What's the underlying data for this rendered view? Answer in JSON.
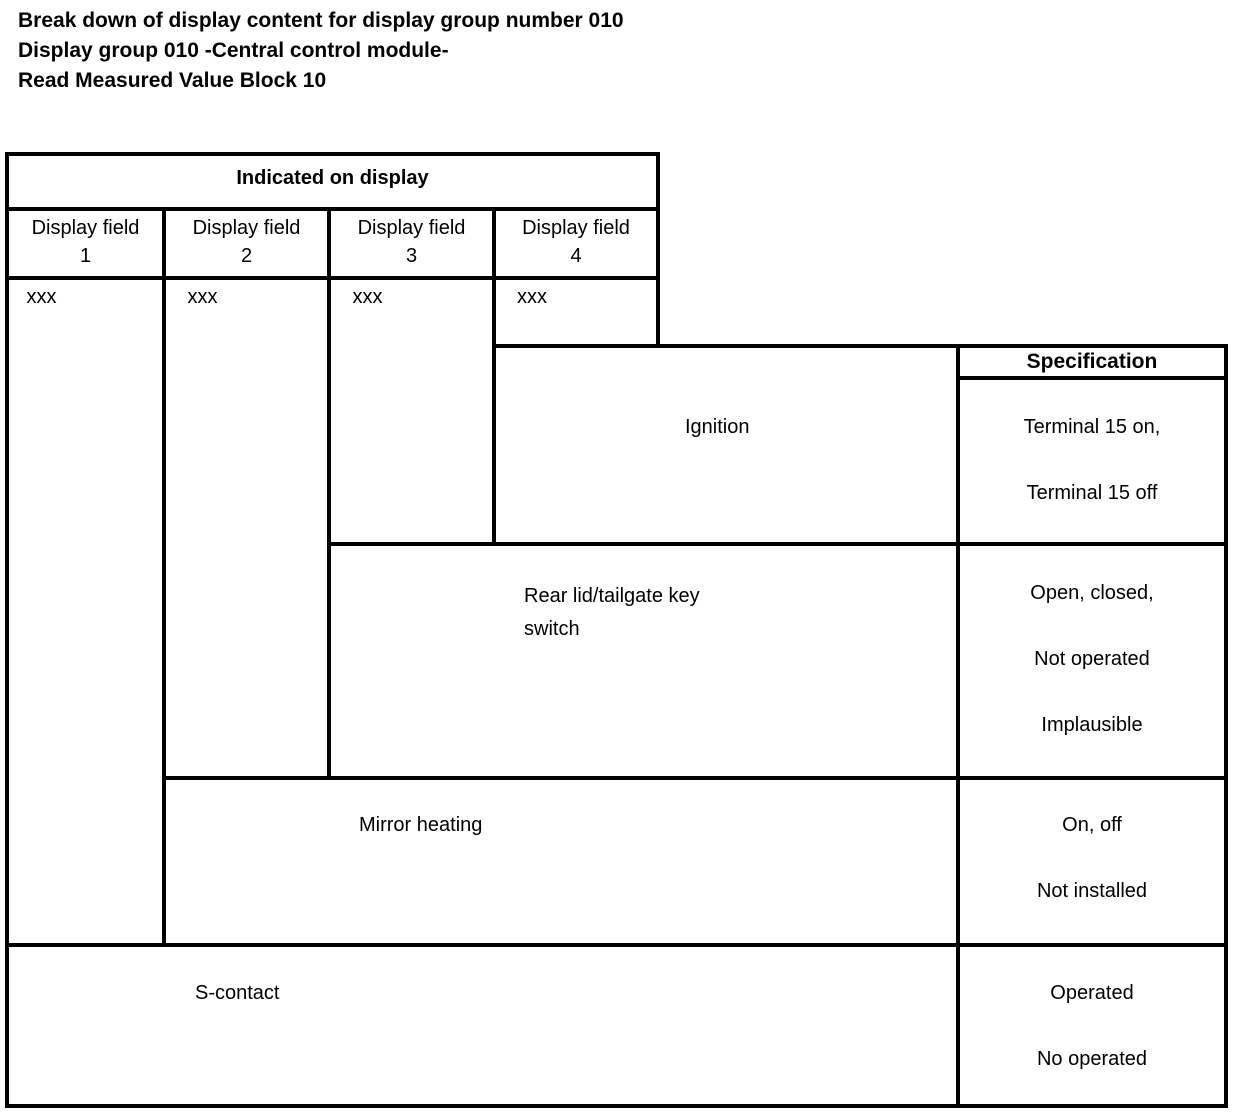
{
  "heading": {
    "line1": "Break down of display content for display group number 010",
    "line2": "Display group 010 -Central control module-",
    "line3": "Read Measured Value Block 10"
  },
  "table": {
    "display_header": "Indicated on display",
    "spec_header": "Specification",
    "display_fields": [
      {
        "label": "Display field",
        "number": "1",
        "value": "xxx"
      },
      {
        "label": "Display field",
        "number": "2",
        "value": "xxx"
      },
      {
        "label": "Display field",
        "number": "3",
        "value": "xxx"
      },
      {
        "label": "Display field",
        "number": "4",
        "value": "xxx"
      }
    ],
    "rows": [
      {
        "name": "ignition",
        "label": "Ignition",
        "spec_lines": [
          "Terminal 15 on,",
          "Terminal 15 off"
        ]
      },
      {
        "name": "rear-lid-tailgate-key-switch",
        "label": "Rear lid/tailgate key\nswitch",
        "spec_lines": [
          "Open, closed,",
          "Not operated",
          "Implausible"
        ]
      },
      {
        "name": "mirror-heating",
        "label": "Mirror heating",
        "spec_lines": [
          "On, off",
          "Not installed"
        ]
      },
      {
        "name": "s-contact",
        "label": "S-contact",
        "spec_lines": [
          "Operated",
          "No operated"
        ]
      }
    ]
  },
  "colors": {
    "ink": "#000000",
    "paper": "#ffffff"
  }
}
